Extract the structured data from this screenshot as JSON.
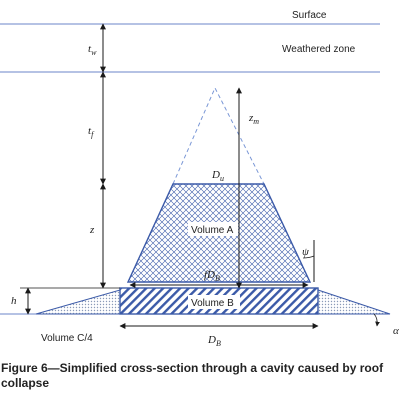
{
  "labels": {
    "surface": "Surface",
    "weathered_zone": "Weathered zone",
    "t_w": "t",
    "t_w_sub": "w",
    "t_f": "t",
    "t_f_sub": "f",
    "z_m": "z",
    "z_m_sub": "m",
    "z": "z",
    "h": "h",
    "D_u": "D",
    "D_u_sub": "u",
    "f_D_B": "fD",
    "f_D_B_sub": "B",
    "D_B": "D",
    "D_B_sub": "B",
    "psi": "ψ",
    "alpha": "α",
    "volume_a": "Volume A",
    "volume_b": "Volume B",
    "volume_c4": "Volume C/4"
  },
  "caption": "Figure 6—Simplified cross-section through a cavity caused by roof collapse",
  "colors": {
    "horizon_line": "#6b84c9",
    "cone_blue": "#3b5aa8",
    "dashed_cone": "#7a97d6",
    "dim_line": "#1a1a1a"
  }
}
